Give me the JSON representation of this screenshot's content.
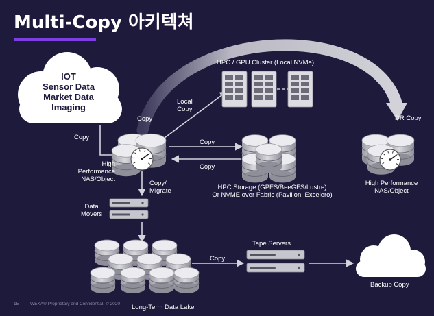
{
  "title": "Multi-Copy 아키텍쳐",
  "colors": {
    "background": "#1d1a3c",
    "accent": "#7b3fe4",
    "arc": "#c9c9cf",
    "arrow": "#d4d4dc",
    "device": "#b9b9c1",
    "cloud": "#ffffff"
  },
  "cloud": {
    "lines": [
      "IOT",
      "Sensor Data",
      "Market Data",
      "Imaging"
    ]
  },
  "nodes": {
    "hpc_cluster": "HPC / GPU Cluster (Local NVMe)",
    "primary_nas": [
      "High",
      "Performance",
      "NAS/Object"
    ],
    "hpc_storage": [
      "HPC Storage (GPFS/BeeGFS/Lustre)",
      "Or NVME over Fabric (Pavilion, Excelero)"
    ],
    "dr_nas": [
      "High Performance",
      "NAS/Object"
    ],
    "data_movers": [
      "Data",
      "Movers"
    ],
    "data_lake": "Long-Term Data Lake",
    "tape_servers": "Tape Servers",
    "backup": "Backup Copy"
  },
  "flows": {
    "cloud_to_nas": "Copy",
    "arc_top": "Copy",
    "local_copy": [
      "Local",
      "Copy"
    ],
    "nas_to_hpc": "Copy",
    "hpc_to_nas": "Copy",
    "copy_migrate": [
      "Copy/",
      "Migrate"
    ],
    "dr_copy": "DR Copy",
    "lake_to_tape": "Copy"
  },
  "footer": {
    "page": "15",
    "text": "WEKA® Proprietary and Confidential. © 2020"
  }
}
